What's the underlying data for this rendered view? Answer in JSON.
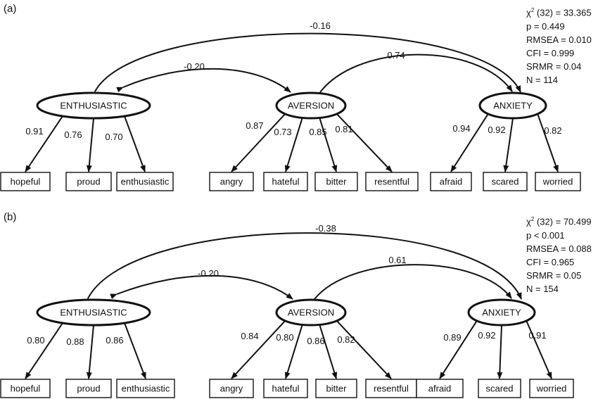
{
  "panels": [
    {
      "label": "(a)",
      "latents": [
        "ENTHUSIASTIC",
        "AVERSION",
        "ANXIETY"
      ],
      "indicators": [
        [
          "hopeful",
          "proud",
          "enthusiastic"
        ],
        [
          "angry",
          "hateful",
          "bitter",
          "resentful"
        ],
        [
          "afraid",
          "scared",
          "worried"
        ]
      ],
      "loadings": [
        [
          "0.91",
          "0.76",
          "0.70"
        ],
        [
          "0.87",
          "0.73",
          "0.85",
          "0.81"
        ],
        [
          "0.94",
          "0.92",
          "0.82"
        ]
      ],
      "correlations": {
        "enth_anx": "-0.16",
        "enth_av": "-0.20",
        "av_anx": "0.74"
      },
      "stats": {
        "chi_symbol": "χ",
        "chi_sup": "2",
        "chi_rest": " (32) = 33.365",
        "p": "p = 0.449",
        "rmsea": "RMSEA = 0.010",
        "cfi": "CFI = 0.999",
        "srmr": "SRMR = 0.04",
        "n": "N  = 114"
      }
    },
    {
      "label": "(b)",
      "latents": [
        "ENTHUSIASTIC",
        "AVERSION",
        "ANXIETY"
      ],
      "indicators": [
        [
          "hopeful",
          "proud",
          "enthusiastic"
        ],
        [
          "angry",
          "hateful",
          "bitter",
          "resentful"
        ],
        [
          "afraid",
          "scared",
          "worried"
        ]
      ],
      "loadings": [
        [
          "0.80",
          "0.88",
          "0.86"
        ],
        [
          "0.84",
          "0.80",
          "0.86",
          "0.82"
        ],
        [
          "0.89",
          "0.92",
          "0.91"
        ]
      ],
      "correlations": {
        "enth_anx": "-0.38",
        "enth_av": "-0.20",
        "av_anx": "0.61"
      },
      "stats": {
        "chi_symbol": "χ",
        "chi_sup": "2",
        "chi_rest": " (32) = 70.499",
        "p": "p < 0.001",
        "rmsea": "RMSEA = 0.088",
        "cfi": "CFI = 0.965",
        "srmr": "SRMR = 0.05",
        "n": "N  = 154"
      }
    }
  ]
}
